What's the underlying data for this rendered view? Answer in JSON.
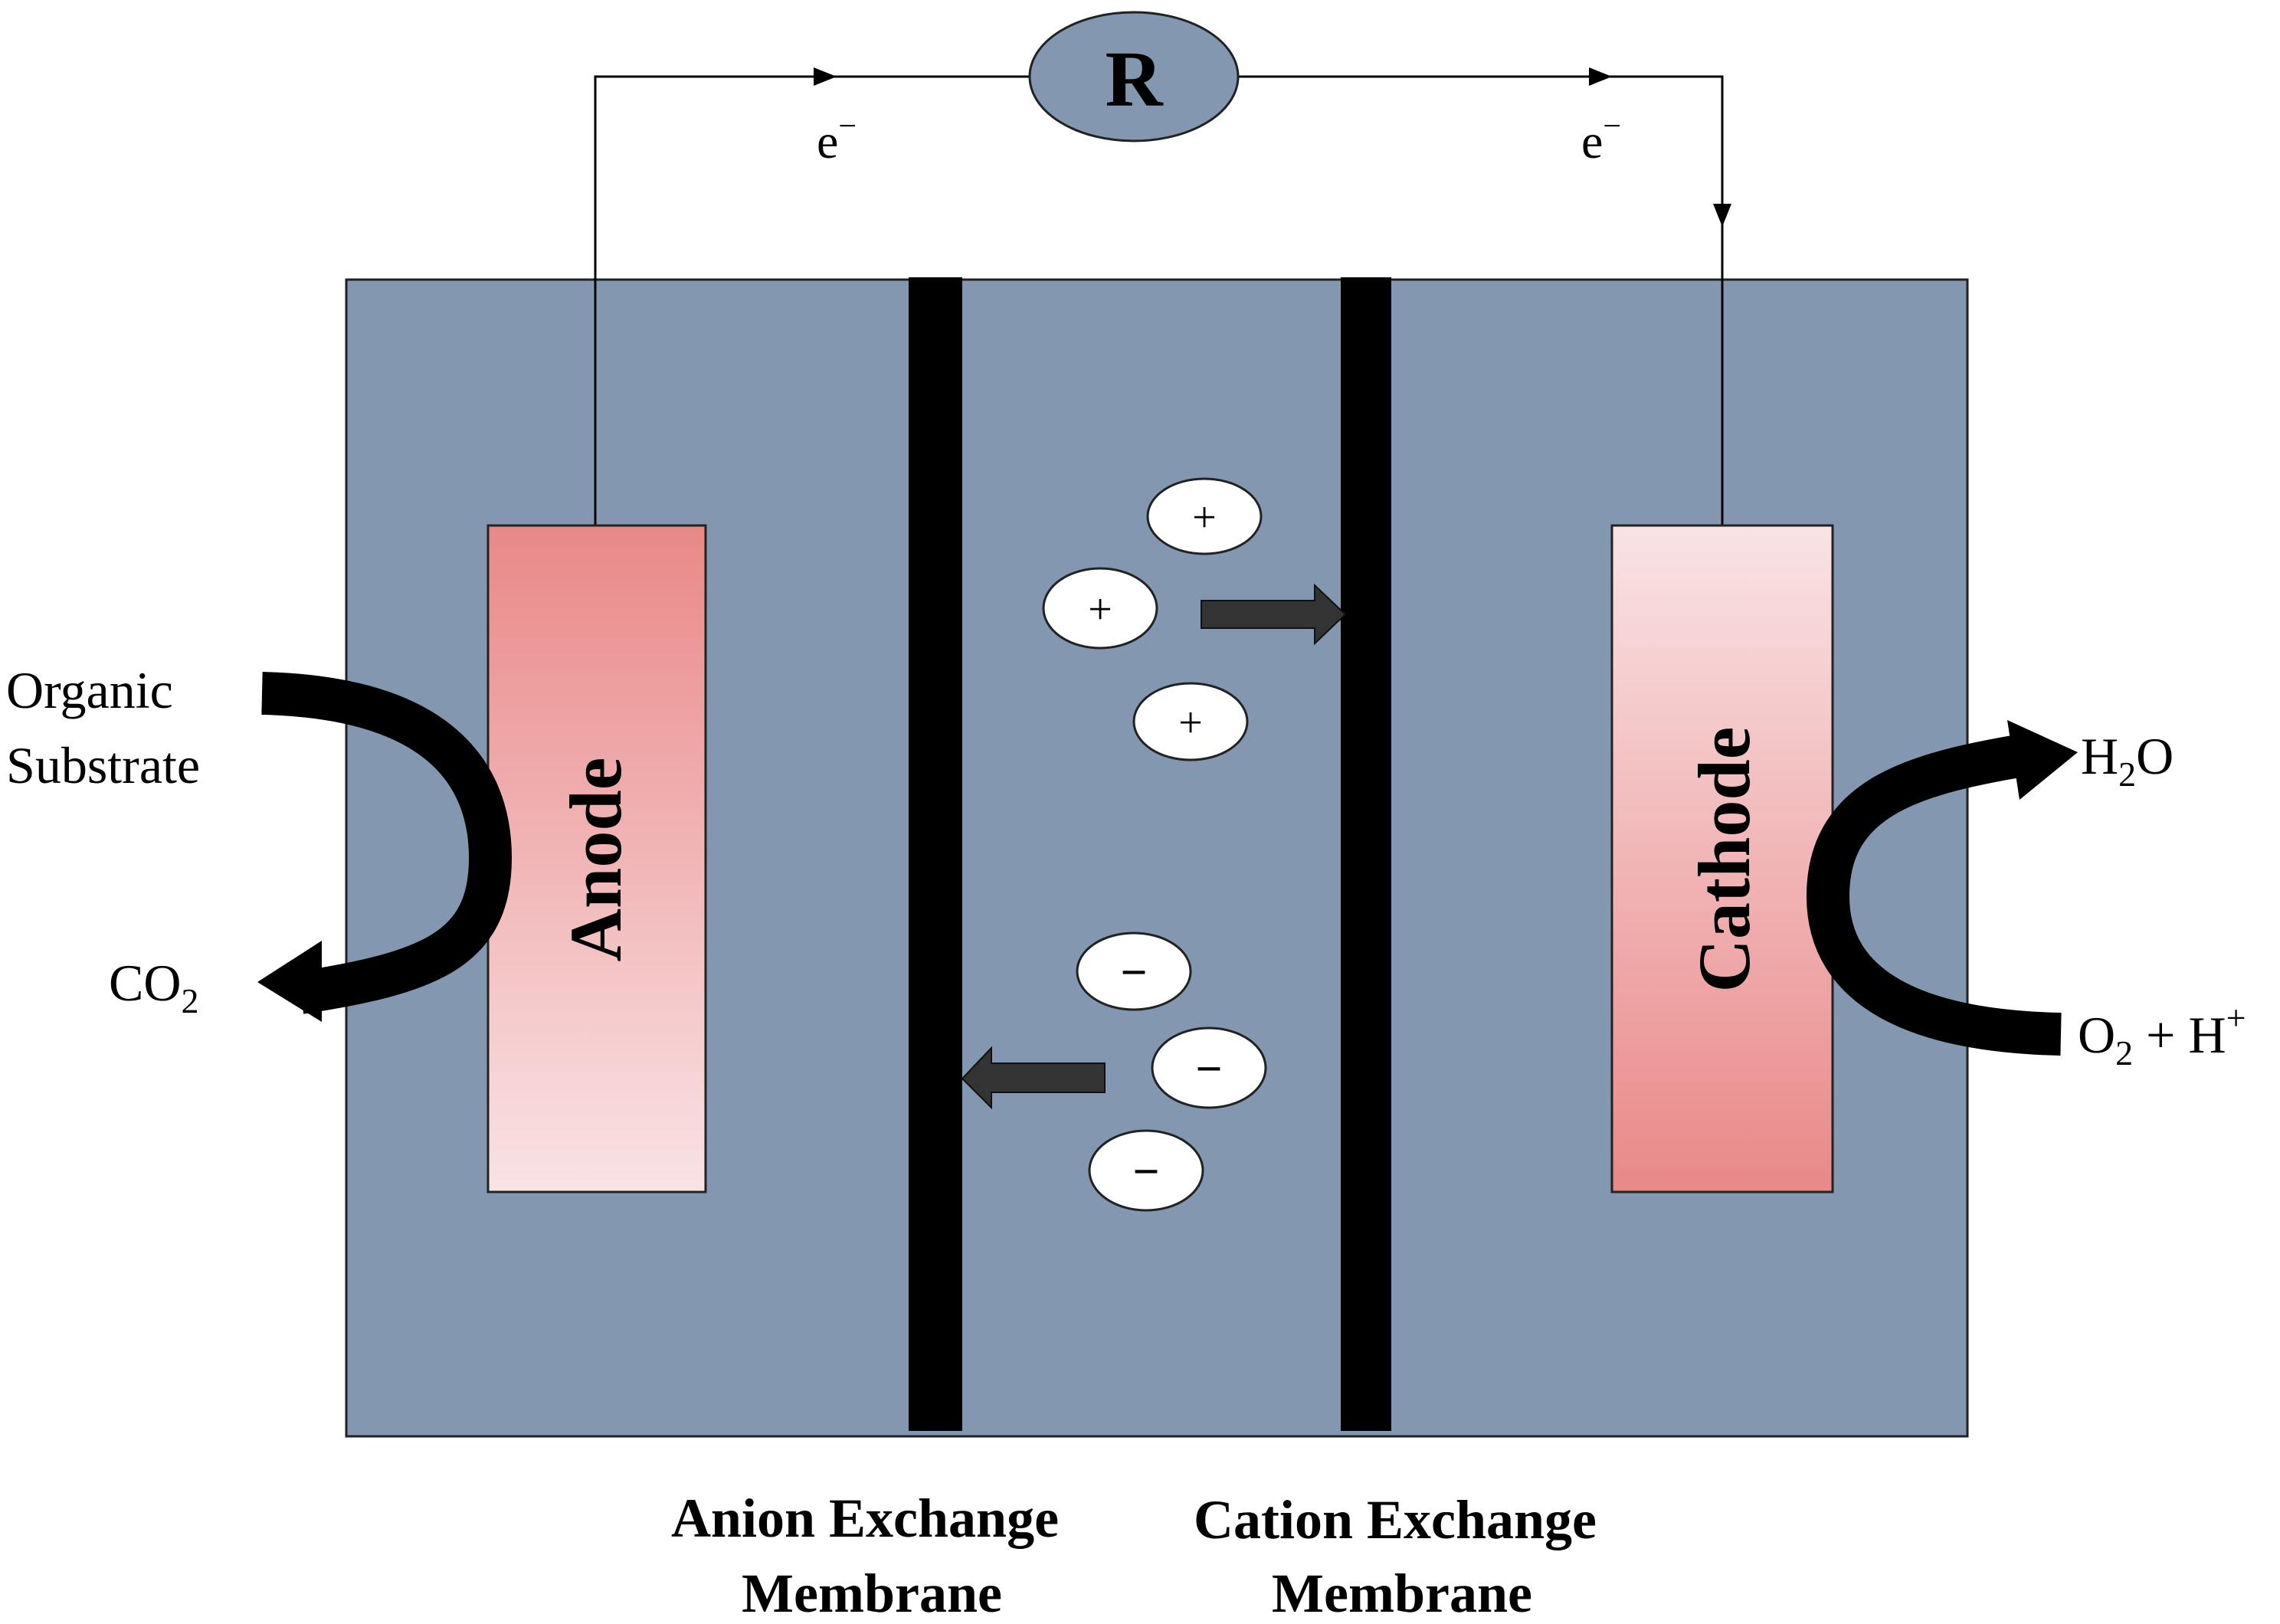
{
  "circuit": {
    "resistor_label": "R",
    "electron_left": {
      "base": "e",
      "sup": "−"
    },
    "electron_right": {
      "base": "e",
      "sup": "−"
    }
  },
  "electrodes": {
    "anode": "Anode",
    "cathode": "Cathode"
  },
  "ions": {
    "cation_symbol": "+",
    "anion_symbol": "−"
  },
  "inputs_outputs": {
    "organic_substrate_line1": "Organic",
    "organic_substrate_line2": "Substrate",
    "co2": {
      "base": "CO",
      "sub": "2"
    },
    "h2o": {
      "pre": "H",
      "sub": "2",
      "post": "O"
    },
    "o2_h": {
      "pre": "O",
      "sub": "2",
      "mid": " + H",
      "sup": "+"
    }
  },
  "membranes": {
    "anion_line1": "Anion Exchange",
    "anion_line2": "Membrane",
    "cation_line1": "Cation Exchange",
    "cation_line2": "Membrane"
  },
  "colors": {
    "chamber": "#8497b0",
    "resistor": "#8497b0",
    "membrane": "#000000",
    "electrode_dark": "#e98888",
    "electrode_light": "#f9e3e5",
    "arrow": "#333333"
  }
}
